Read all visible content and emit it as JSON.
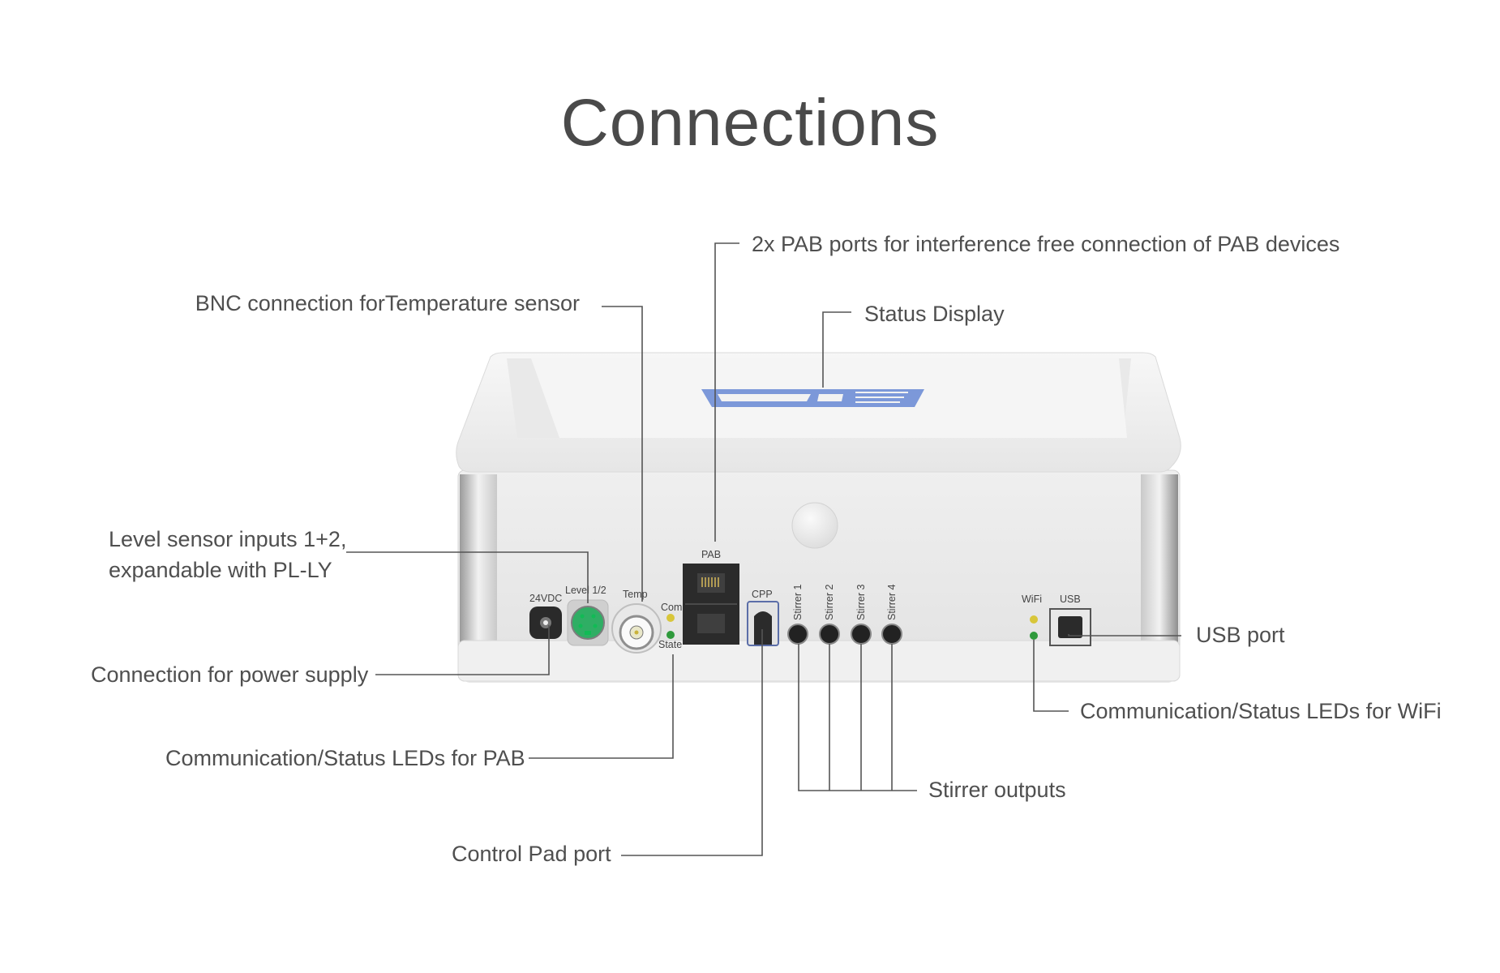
{
  "title": "Connections",
  "callouts": {
    "pab_ports": "2x PAB ports for interference free connection of PAB devices",
    "bnc": "BNC connection forTemperature sensor",
    "status_display": "Status Display",
    "level_line1": "Level sensor inputs 1+2,",
    "level_line2": "expandable with PL-LY",
    "power": "Connection for power supply",
    "usb": "USB port",
    "wifi_leds": "Communication/Status LEDs for WiFi",
    "pab_leds": "Communication/Status LEDs for PAB",
    "stirrers": "Stirrer outputs",
    "control_pad": "Control Pad port"
  },
  "device_labels": {
    "dc": "24VDC",
    "level": "Level 1/2",
    "temp": "Temp",
    "com": "Com",
    "state": "State",
    "pab": "PAB",
    "cpp": "CPP",
    "stirrer1": "Stirrer 1",
    "stirrer2": "Stirrer 2",
    "stirrer3": "Stirrer 3",
    "stirrer4": "Stirrer 4",
    "wifi": "WiFi",
    "usb": "USB"
  },
  "colors": {
    "text": "#4f4f4f",
    "logo": "#6f8ed6",
    "led_yellow": "#d8c63a",
    "led_green": "#2f9a3c",
    "level_port": "#2fae64"
  }
}
